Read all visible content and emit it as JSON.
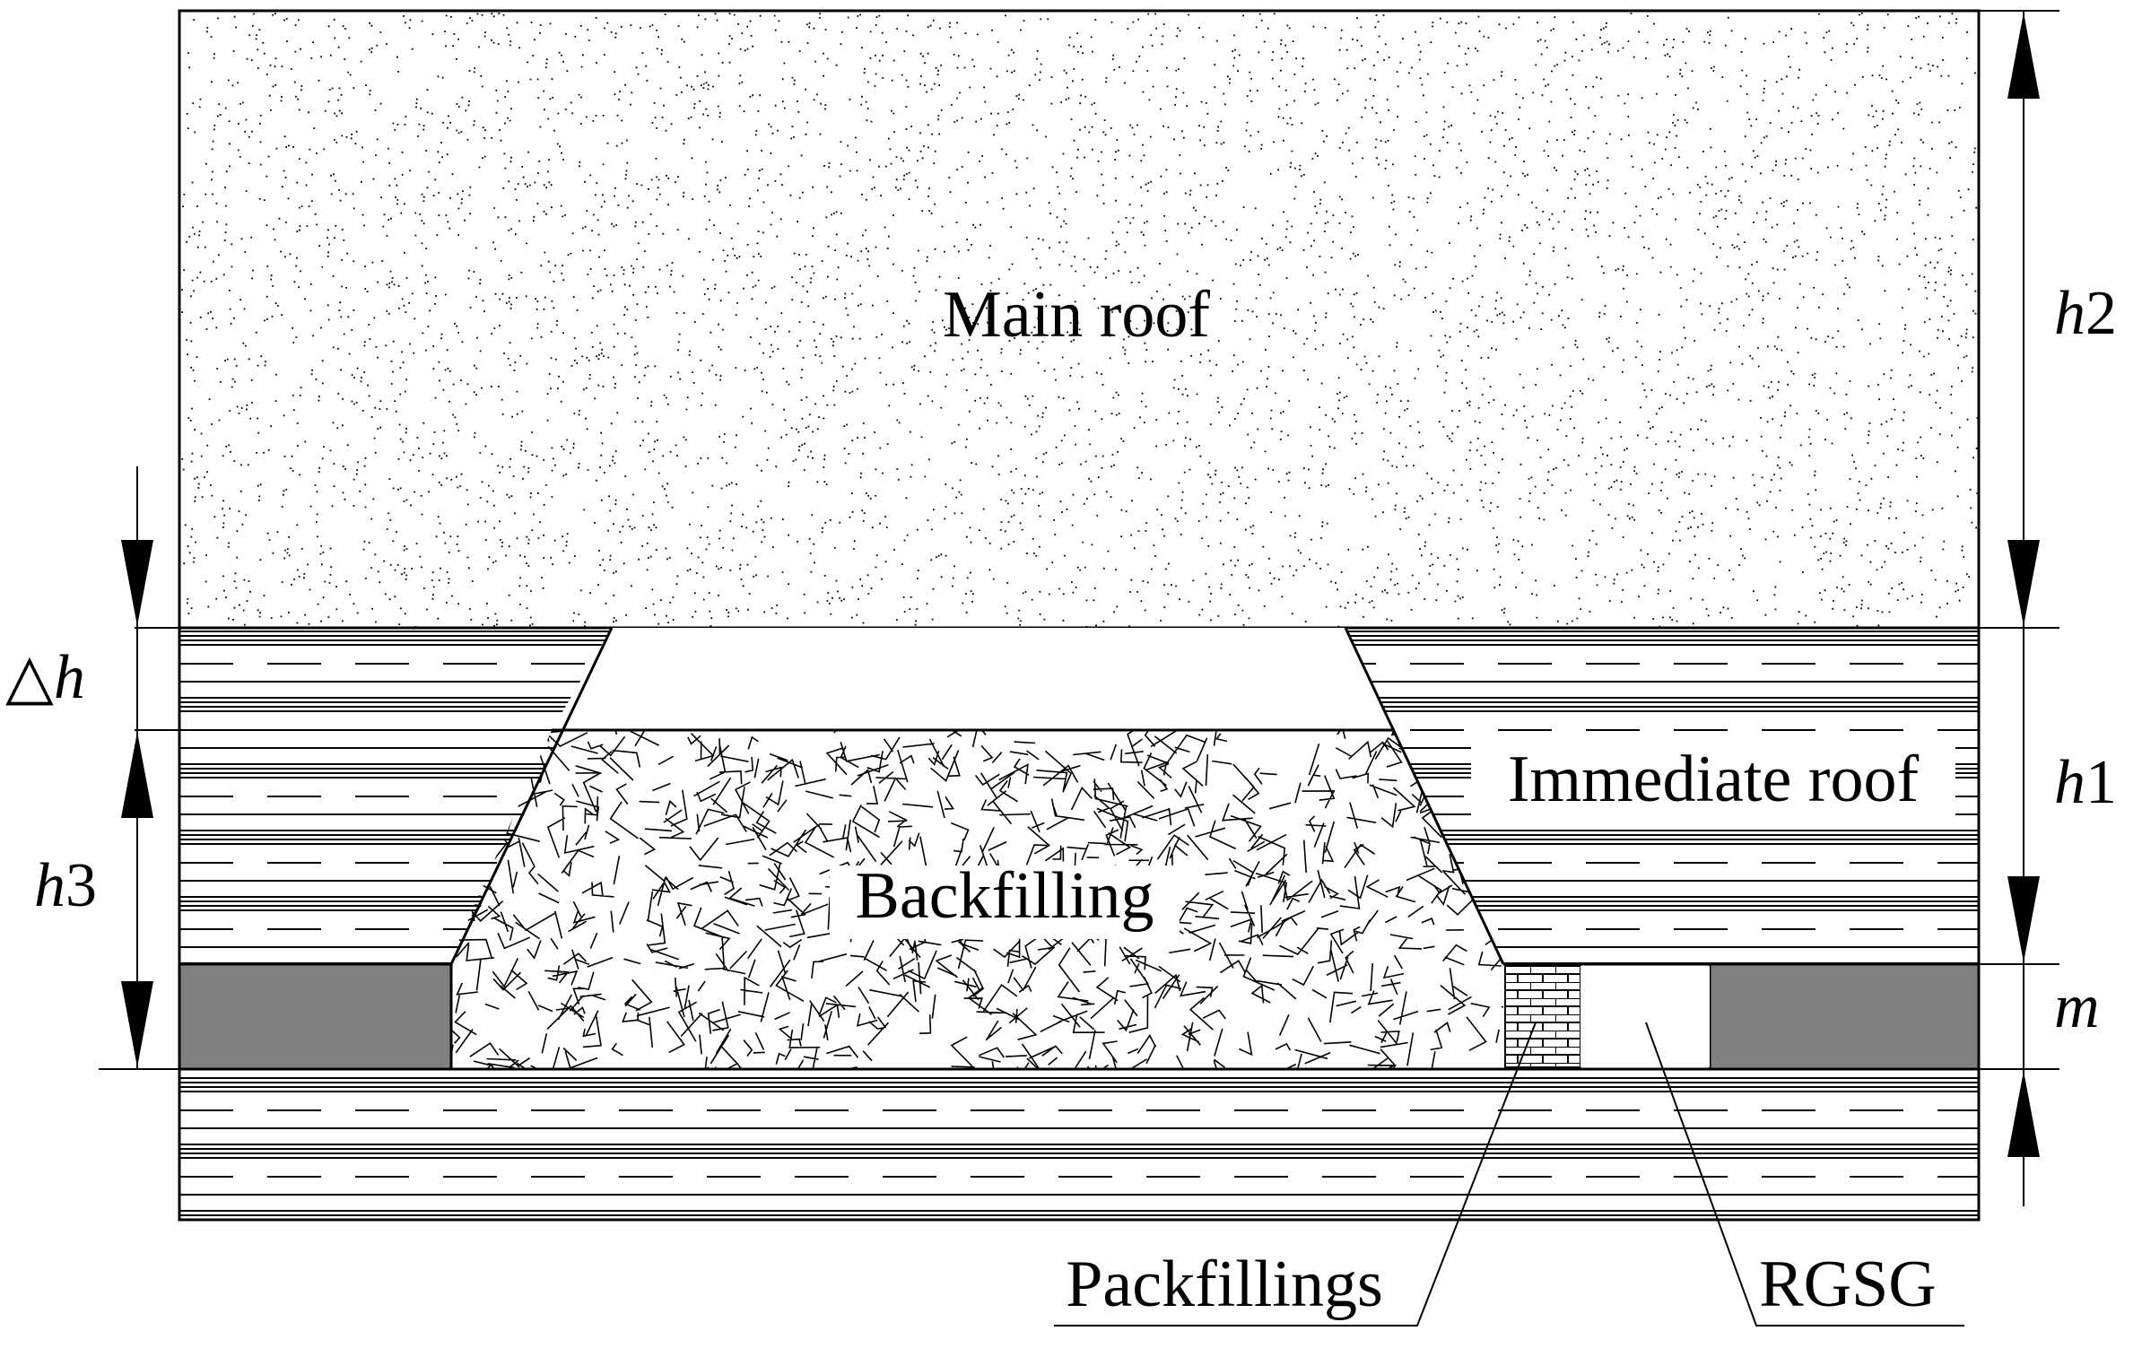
{
  "diagram": {
    "labels": {
      "main_roof": "Main roof",
      "immediate_roof": "Immediate roof",
      "backfilling": "Backfilling",
      "packfillings": "Packfillings",
      "rgsg": "RGSG"
    },
    "dimensions": {
      "h2": {
        "symbol": "h",
        "subscript": "2"
      },
      "h1": {
        "symbol": "h",
        "subscript": "1"
      },
      "h3": {
        "symbol": "h",
        "subscript": "3"
      },
      "m": {
        "symbol": "m"
      },
      "delta_h": {
        "prefix": "△",
        "symbol": "h"
      }
    },
    "colors": {
      "line": "#000000",
      "coal_seam": "#808080",
      "background": "#ffffff"
    }
  }
}
